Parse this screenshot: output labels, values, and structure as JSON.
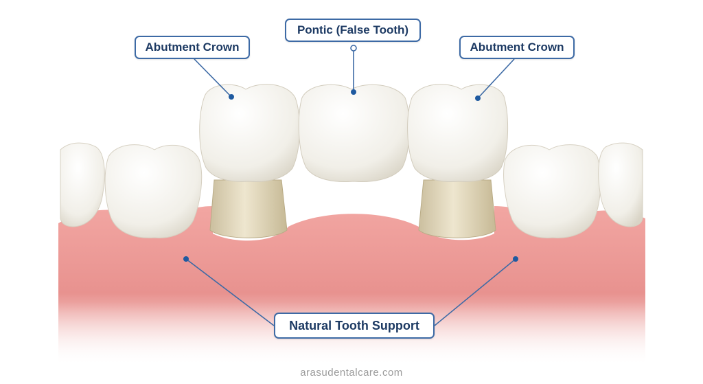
{
  "labels": {
    "abutment_left": "Abutment Crown",
    "pontic": "Pontic (False Tooth)",
    "abutment_right": "Abutment Crown",
    "support": "Natural Tooth Support"
  },
  "watermark": "arasudentalcare.com",
  "colors": {
    "label_border": "#3d6aa5",
    "label_text": "#1d3a63",
    "leader_line": "#3d6aa5",
    "gum": "#e8928f",
    "tooth": "#f3f1ea",
    "abutment_post": "#ddd2b4"
  }
}
